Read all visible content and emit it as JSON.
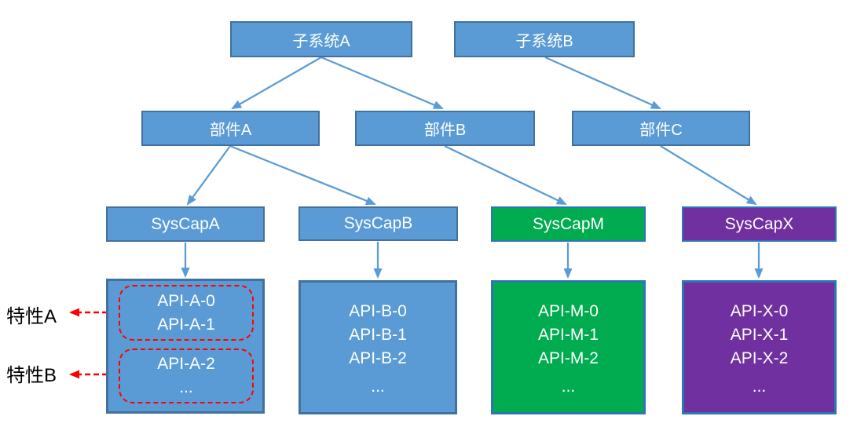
{
  "nodes": {
    "subsystems": [
      {
        "label": "子系统A"
      },
      {
        "label": "子系统B"
      }
    ],
    "components": [
      {
        "label": "部件A"
      },
      {
        "label": "部件B"
      },
      {
        "label": "部件C"
      }
    ],
    "syscaps": [
      {
        "label": "SysCapA",
        "fill": "#5B9BD5"
      },
      {
        "label": "SysCapB",
        "fill": "#5B9BD5"
      },
      {
        "label": "SysCapM",
        "fill": "#00AC4F"
      },
      {
        "label": "SysCapX",
        "fill": "#7030A0"
      }
    ],
    "api_groups": [
      {
        "name": "API-A",
        "fill": "#5B9BD5",
        "feature_groups": [
          {
            "feature": "特性A",
            "lines": [
              "API-A-0",
              "API-A-1"
            ]
          },
          {
            "feature": "特性B",
            "lines": [
              "API-A-2",
              "..."
            ]
          }
        ]
      },
      {
        "name": "API-B",
        "fill": "#5B9BD5",
        "lines": [
          "API-B-0",
          "API-B-1",
          "API-B-2",
          "..."
        ]
      },
      {
        "name": "API-M",
        "fill": "#00AC4F",
        "lines": [
          "API-M-0",
          "API-M-1",
          "API-M-2",
          "..."
        ]
      },
      {
        "name": "API-X",
        "fill": "#7030A0",
        "lines": [
          "API-X-0",
          "API-X-1",
          "API-X-2",
          "..."
        ]
      }
    ],
    "features": [
      {
        "label": "特性A"
      },
      {
        "label": "特性B"
      }
    ]
  },
  "edges": [
    "子系统A→部件A",
    "子系统A→部件B",
    "子系统B→部件C",
    "部件A→SysCapA",
    "部件A→SysCapB",
    "部件B→SysCapM",
    "部件C→SysCapX",
    "SysCapA→API-A",
    "SysCapB→API-B",
    "SysCapM→API-M",
    "SysCapX→API-X",
    "特性A←API-A-0/1",
    "特性B←API-A-2"
  ],
  "colors": {
    "box_blue": "#5B9BD5",
    "box_blue_border": "#41719C",
    "box_green": "#00AC4F",
    "box_purple": "#7030A0",
    "accent_border": "#2E75B6",
    "arrow_blue": "#5B9BD5",
    "feature_arrow_red": "#FF0000",
    "text_on_box": "#FFFFFF",
    "feature_text": "#000000"
  }
}
